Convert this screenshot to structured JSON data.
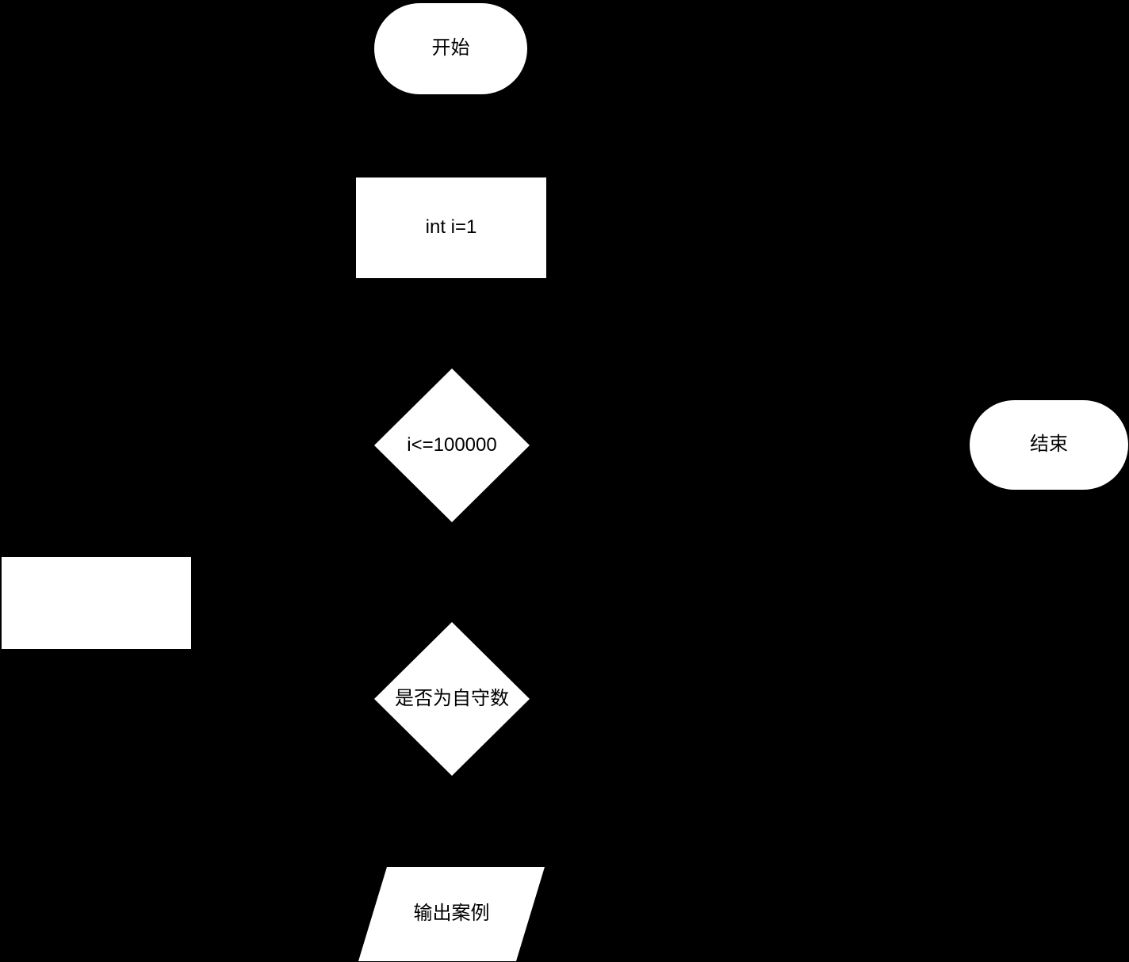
{
  "canvas": {
    "background_color": "#000000",
    "shape_fill_color": "#ffffff",
    "text_color": "#000000"
  },
  "flowchart": {
    "nodes": [
      {
        "id": "start",
        "type": "terminator",
        "label": "开始"
      },
      {
        "id": "init",
        "type": "process",
        "label": "int i=1"
      },
      {
        "id": "loop-condition",
        "type": "decision",
        "label": "i<=100000"
      },
      {
        "id": "end",
        "type": "terminator",
        "label": "结束"
      },
      {
        "id": "increment",
        "type": "process",
        "label": ""
      },
      {
        "id": "automorphic-check",
        "type": "decision",
        "label": "是否为自守数"
      },
      {
        "id": "output",
        "type": "io",
        "label": "输出案例"
      }
    ]
  }
}
